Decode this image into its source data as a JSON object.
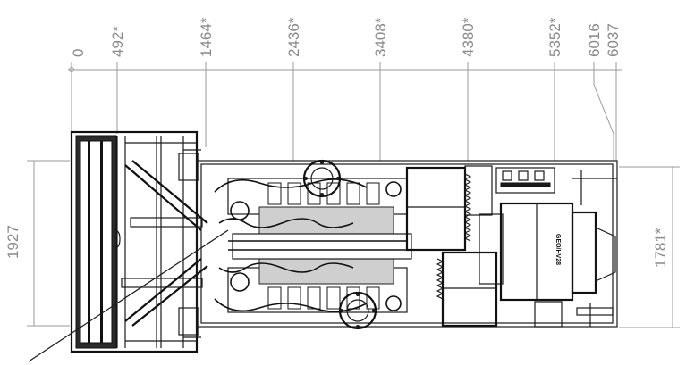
{
  "top_dimensions": [
    "0",
    "492*",
    "1464*",
    "2436*",
    "3408*",
    "4380*",
    "5352*",
    "6016",
    "6037"
  ],
  "left_dimension": "1927",
  "right_dimension": "1781*",
  "nameplate_text": "GEO/HV28"
}
